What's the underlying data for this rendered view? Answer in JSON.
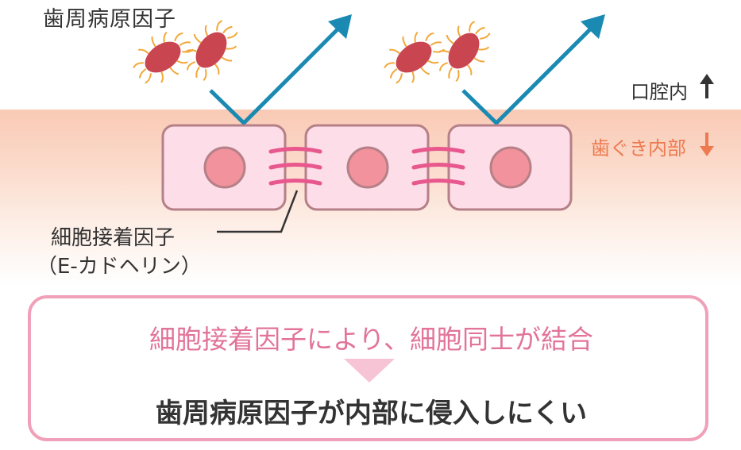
{
  "labels": {
    "pathogen": "歯周病原因子",
    "oral_cavity": "口腔内",
    "oral_arrow": "↑",
    "gum_inside": "歯ぐき内部",
    "gum_arrow": "↓",
    "cadherin": "細胞接着因子",
    "cadherin_sub": "（E-カドヘリン）"
  },
  "summary": {
    "line1": "細胞接着因子により、細胞同士が結合",
    "line2": "歯周病原因子が内部に侵入しにくい"
  },
  "colors": {
    "bacteria": "#c9454f",
    "flagella": "#f2a83a",
    "deflect_arrow": "#1a8ab3",
    "cell_fill": "#fcdde8",
    "cell_border": "#b58087",
    "nucleus": "#f1929c",
    "cadherin": "#e8578d",
    "gum_text": "#ee7a50",
    "box_border": "#f0a0b8"
  }
}
